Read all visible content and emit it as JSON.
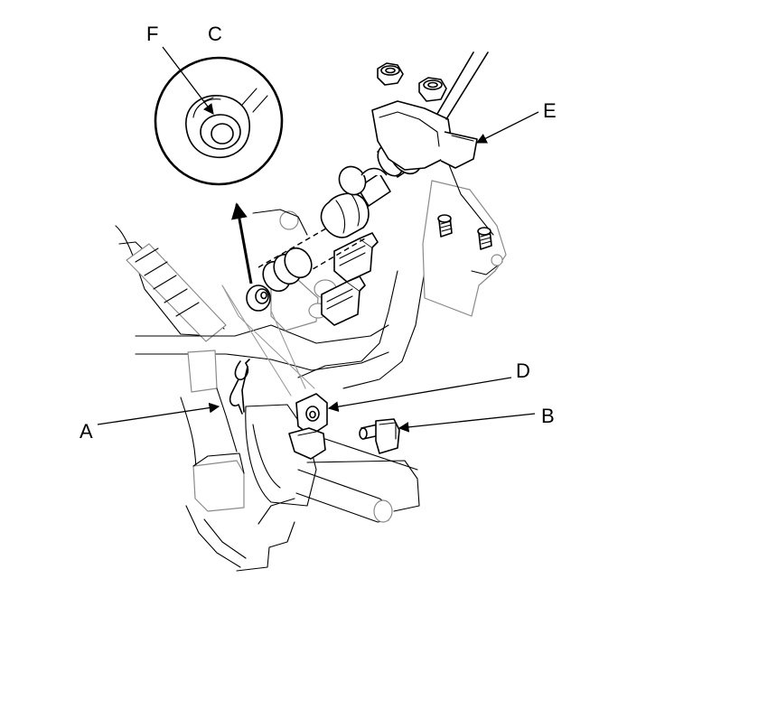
{
  "diagram": {
    "callouts": {
      "A": "A",
      "B": "B",
      "C": "C",
      "D": "D",
      "E": "E",
      "F": "F"
    }
  }
}
